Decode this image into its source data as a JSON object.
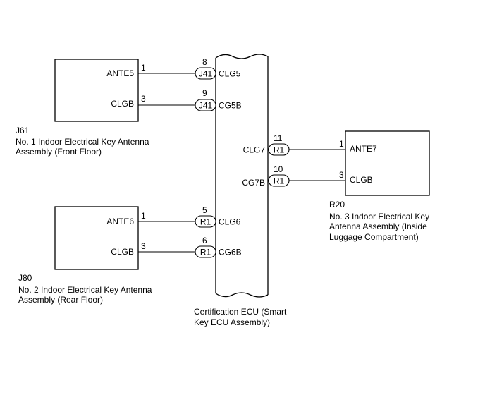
{
  "components": {
    "j61": {
      "code": "J61",
      "name_line1": "No. 1 Indoor Electrical Key Antenna",
      "name_line2": "Assembly (Front Floor)",
      "pins": [
        {
          "num": "1",
          "label": "ANTE5"
        },
        {
          "num": "3",
          "label": "CLGB"
        }
      ]
    },
    "j80": {
      "code": "J80",
      "name_line1": "No. 2 Indoor Electrical Key Antenna",
      "name_line2": "Assembly (Rear Floor)",
      "pins": [
        {
          "num": "1",
          "label": "ANTE6"
        },
        {
          "num": "3",
          "label": "CLGB"
        }
      ]
    },
    "r20": {
      "code": "R20",
      "name_line1": "No. 3 Indoor Electrical Key",
      "name_line2": "Antenna Assembly (Inside",
      "name_line3": "Luggage Compartment)",
      "pins": [
        {
          "num": "1",
          "label": "ANTE7"
        },
        {
          "num": "3",
          "label": "CLGB"
        }
      ]
    },
    "ecu": {
      "name_line1": "Certification ECU (Smart",
      "name_line2": "Key ECU Assembly)",
      "left_pins": [
        {
          "num": "8",
          "connector": "J41",
          "label": "CLG5"
        },
        {
          "num": "9",
          "connector": "J41",
          "label": "CG5B"
        },
        {
          "num": "5",
          "connector": "R1",
          "label": "CLG6"
        },
        {
          "num": "6",
          "connector": "R1",
          "label": "CG6B"
        }
      ],
      "right_pins": [
        {
          "num": "11",
          "connector": "R1",
          "label": "CLG7"
        },
        {
          "num": "10",
          "connector": "R1",
          "label": "CG7B"
        }
      ]
    }
  }
}
